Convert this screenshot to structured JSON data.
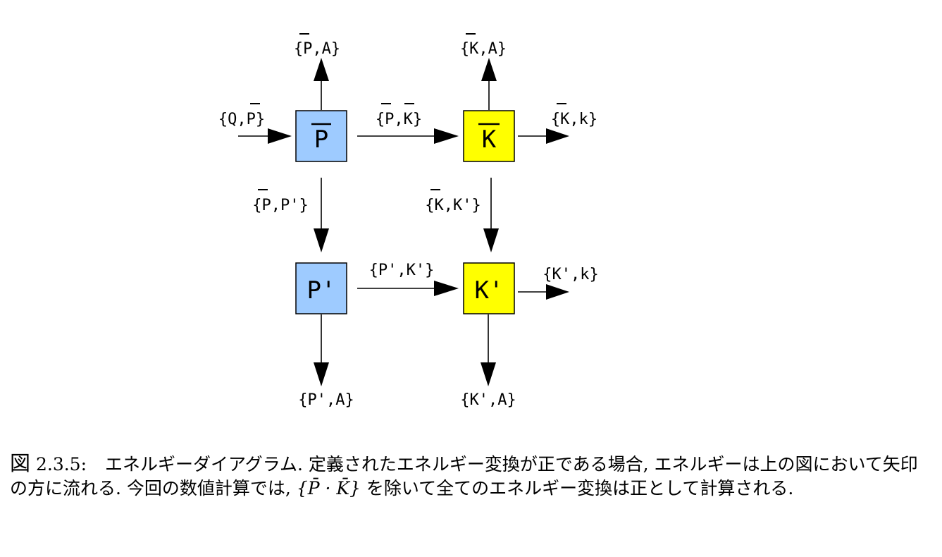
{
  "diagram": {
    "nodes": {
      "p_bar": {
        "label": "P",
        "overline": true,
        "fill": "#9ecbff"
      },
      "k_bar": {
        "label": "K",
        "overline": true,
        "fill": "#ffff00"
      },
      "p_prime": {
        "label": "P'",
        "overline": false,
        "fill": "#9ecbff"
      },
      "k_prime": {
        "label": "K'",
        "overline": false,
        "fill": "#ffff00"
      }
    },
    "labels": {
      "in_p": "{Q,P}",
      "p_a": "{P,A}",
      "k_a": "{K,A}",
      "p_k": "{P,K}",
      "k_k": "{K,k}",
      "p_pp": "{P,P'}",
      "k_kp": "{K,K'}",
      "pp_kp": "{P',K'}",
      "kp_k": "{K',k}",
      "pp_a": "{P',A}",
      "kp_a": "{K',A}"
    },
    "colors": {
      "p_color": "#9ecbff",
      "k_color": "#ffff00"
    }
  },
  "caption": {
    "figure_label": "図",
    "figure_number": "2.3.5:",
    "text_before_math": "エネルギーダイアグラム. 定義されたエネルギー変換が正である場合, エネルギーは上の図において矢印の方に流れる. 今回の数値計算では, ",
    "math": "{P̄ · K̄}",
    "text_after_math": " を除いて全てのエネルギー変換は正として計算される."
  }
}
